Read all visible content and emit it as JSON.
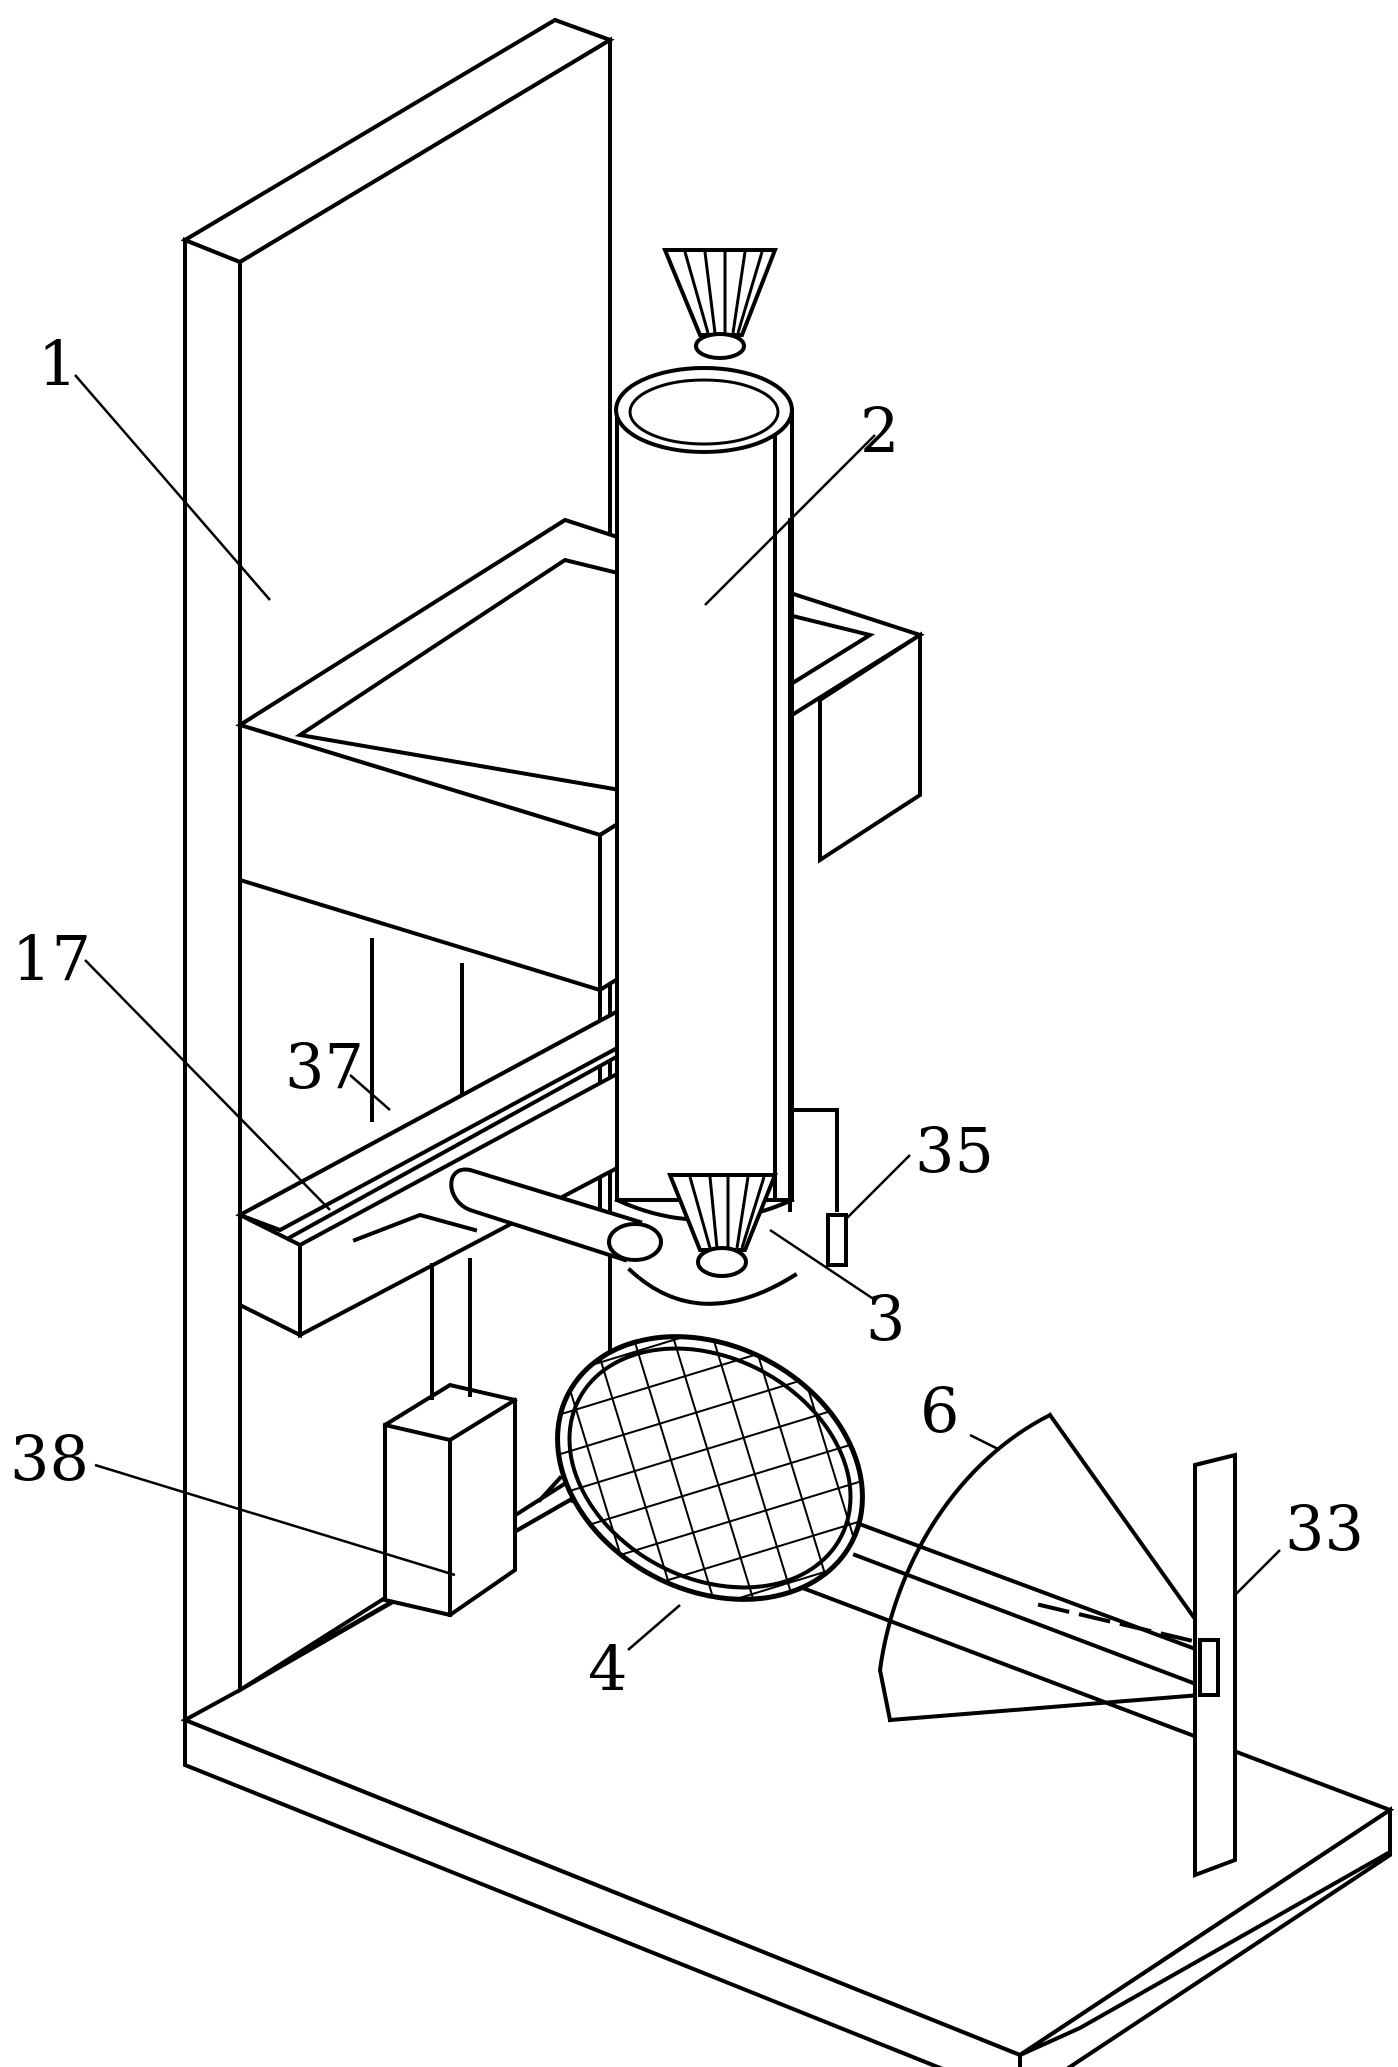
{
  "labels": {
    "l1": "1",
    "l2": "2",
    "l3": "3",
    "l4": "4",
    "l6": "6",
    "l17": "17",
    "l33": "33",
    "l35": "35",
    "l37": "37",
    "l38": "38"
  }
}
